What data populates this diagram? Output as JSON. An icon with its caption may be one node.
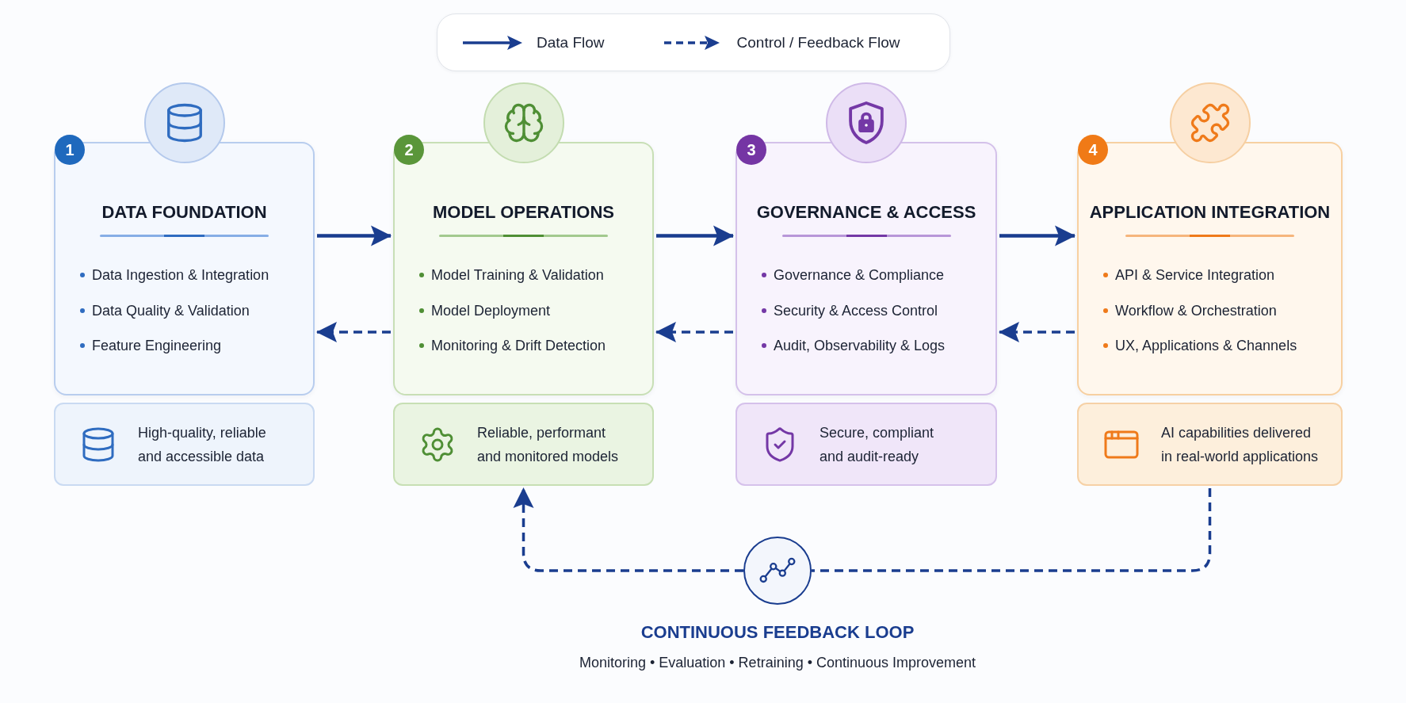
{
  "diagram": {
    "nodes": [
      {
        "text": [
          "1"
        ]
      },
      {
        "text": [
          "DATA FOUNDATION",
          "Data Ingestion & Integration",
          "Data Quality & Validation",
          "Feature Engineering"
        ]
      },
      {
        "text": [
          "High-quality, reliable and accessible data"
        ]
      },
      {
        "text": [
          "2"
        ]
      },
      {
        "text": [
          "MODEL OPERATIONS",
          "Model Training & Validation",
          "Model Deployment",
          "Monitoring & Drift Detection"
        ]
      },
      {
        "text": [
          "Reliable, performant and monitored models"
        ]
      },
      {
        "text": [
          "3"
        ]
      },
      {
        "text": [
          "GOVERNANCE & ACCESS",
          "Governance & Compliance",
          "Security & Access Control",
          "Audit, Observability & Logs"
        ]
      },
      {
        "text": [
          "Secure, compliant and audit-ready"
        ]
      },
      {
        "text": [
          "4"
        ]
      },
      {
        "text": [
          "APPLICATION INTEGRATION",
          "API & Service Integration",
          "Workflow & Orchestration",
          "UX, Applications & Channels"
        ]
      },
      {
        "text": [
          "AI capabilities delivered in real-world applications"
        ]
      },
      {
        "text": [],
        "shape": "circle",
        "beside": [
          "CONTINUOUS FEEDBACK LOOP",
          "Monitoring • Evaluation • Retraining • Continuous Improvement"
        ]
      }
    ],
    "edges": [
      {
        "from": 1,
        "to": 4,
        "arrow": "to"
      },
      {
        "from": 4,
        "to": 7,
        "arrow": "to"
      },
      {
        "from": 7,
        "to": 10,
        "arrow": "to"
      },
      {
        "from": 4,
        "to": 1,
        "arrow": "to",
        "style": "dashed"
      },
      {
        "from": 7,
        "to": 4,
        "arrow": "to",
        "style": "dashed"
      },
      {
        "from": 10,
        "to": 7,
        "arrow": "to",
        "style": "dashed"
      },
      {
        "from": 11,
        "to": 12,
        "arrow": "none",
        "style": "dashed"
      },
      {
        "from": 12,
        "to": 5,
        "arrow": "to",
        "style": "dashed"
      }
    ],
    "legend": [
      {
        "text": "Data Flow"
      },
      {
        "text": "Control / Feedback Flow"
      }
    ]
  }
}
